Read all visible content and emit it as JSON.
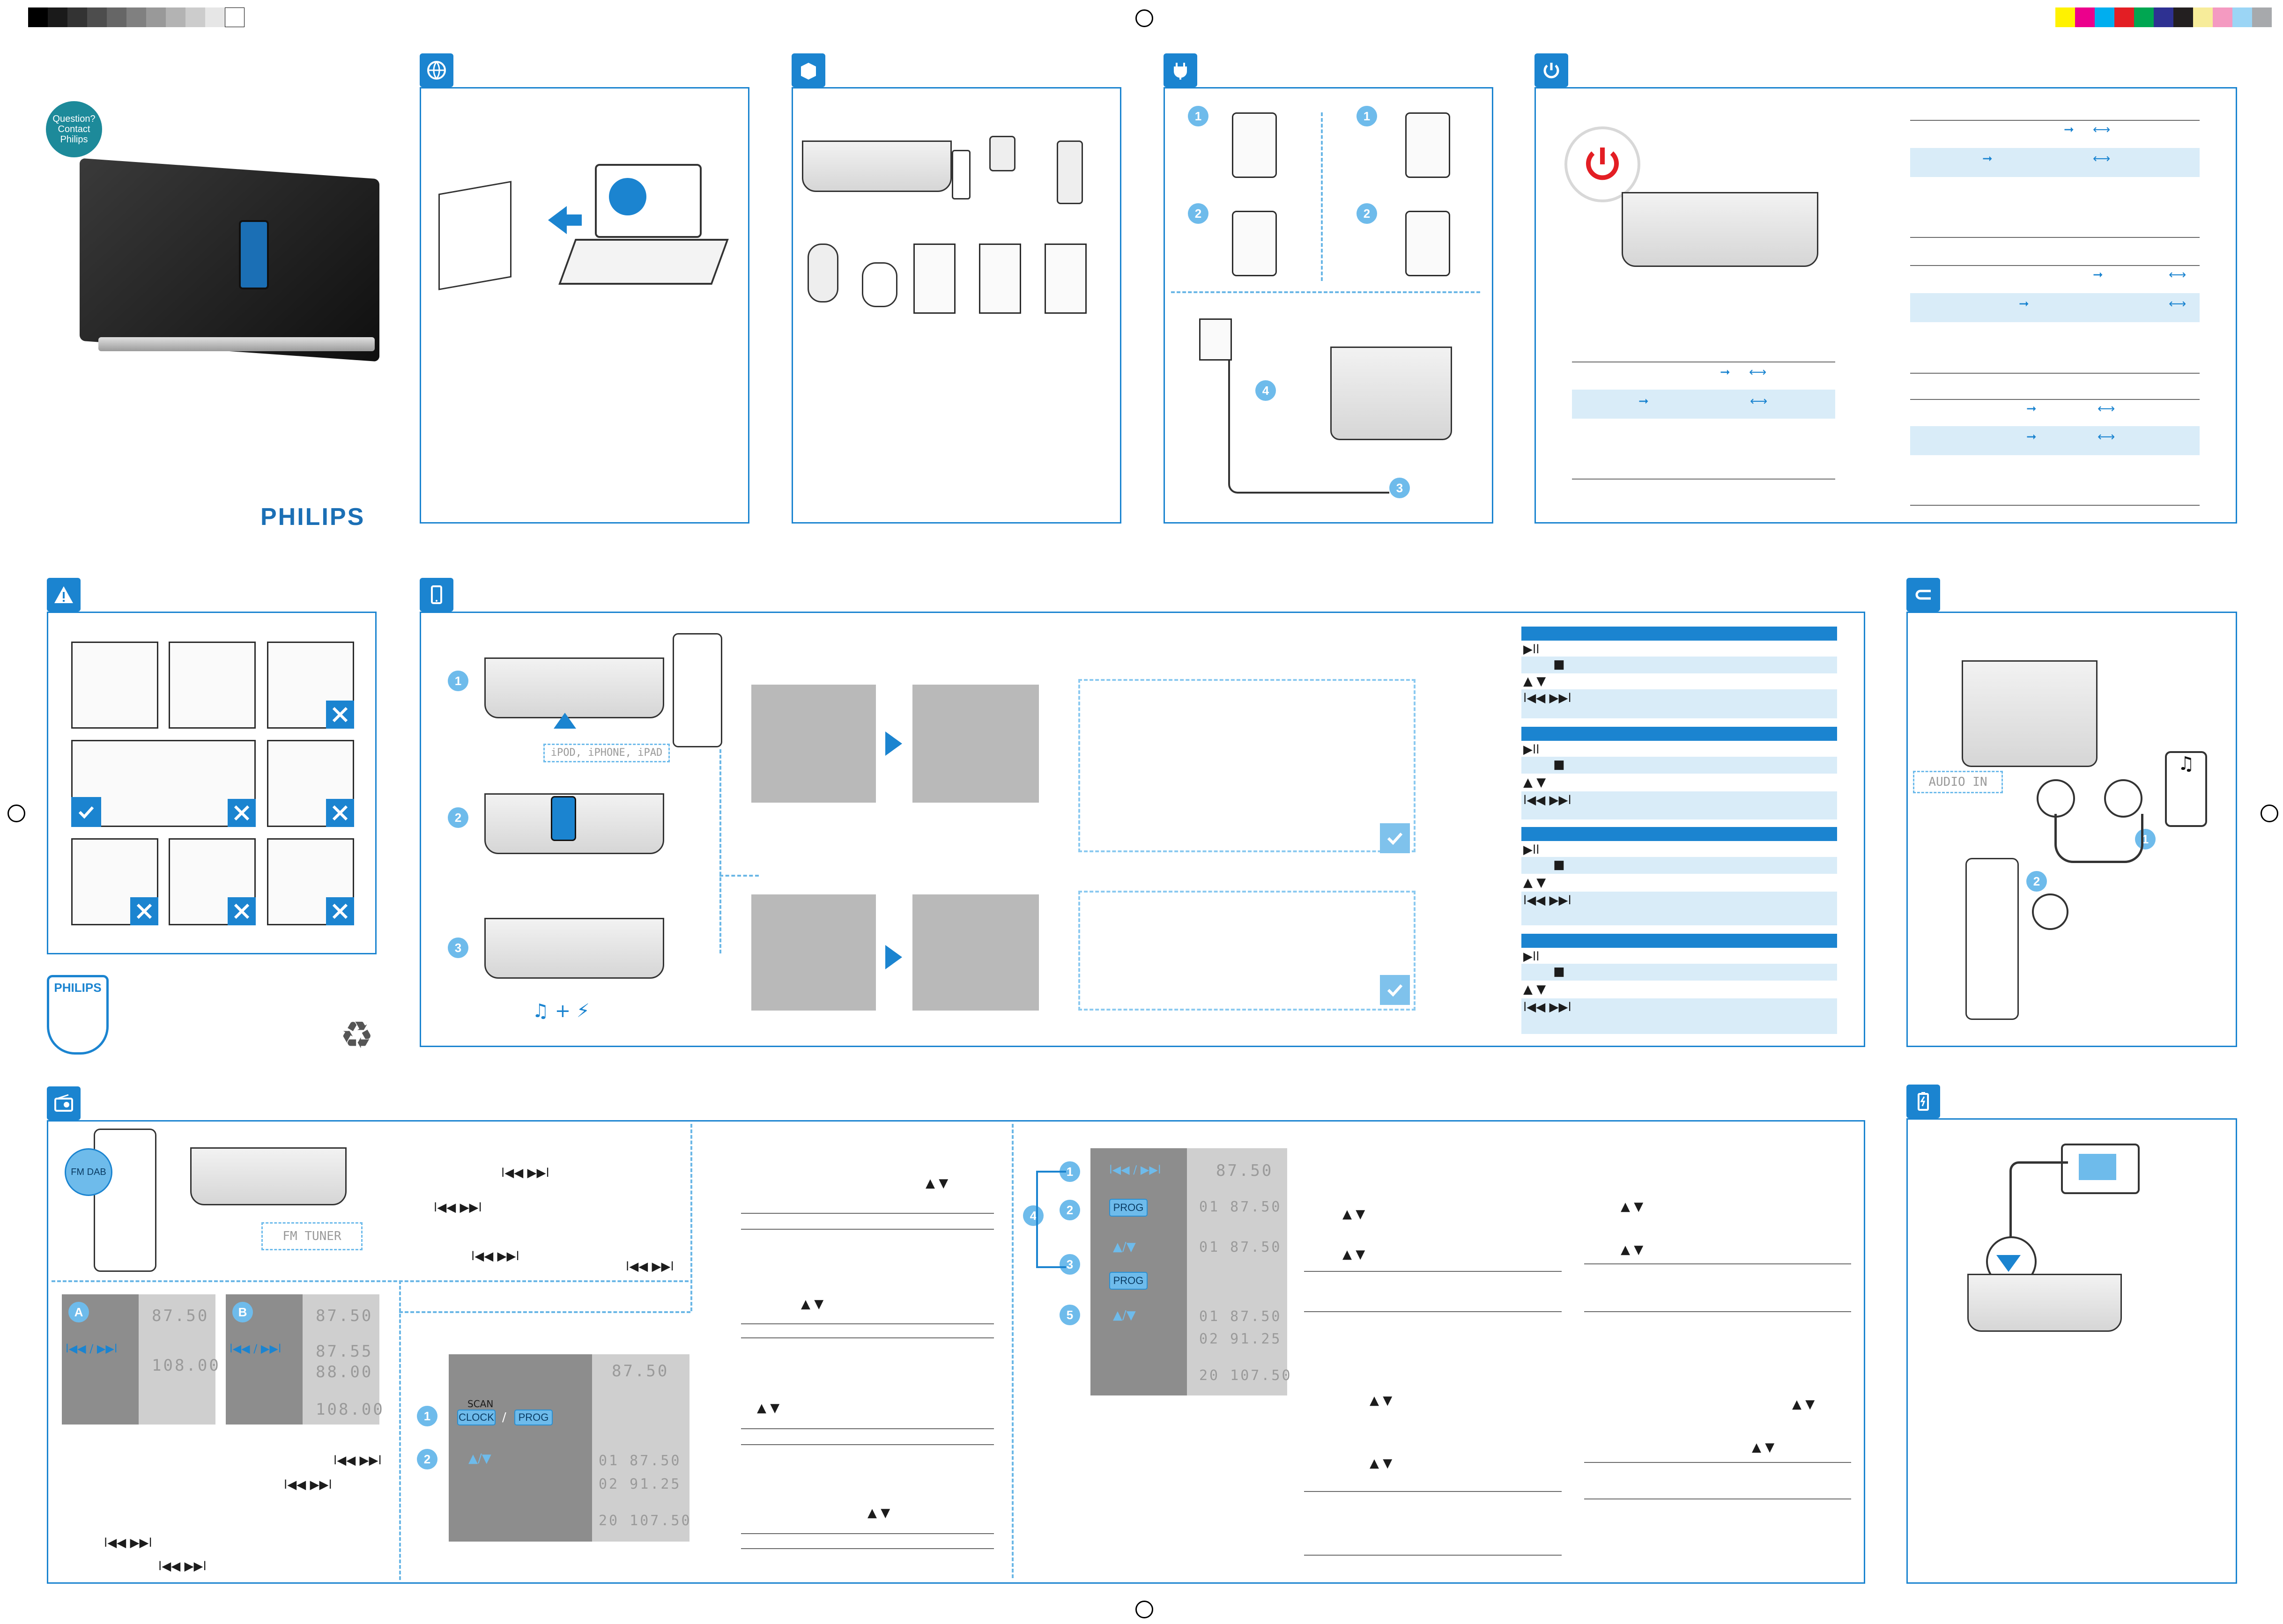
{
  "brand": {
    "name": "PHILIPS",
    "question_badge": "Question? Contact Philips",
    "accent": "#1b84d0",
    "accent_light": "#6ebbeb",
    "band": "#d9ecf8"
  },
  "icons": [
    "globe-icon",
    "box-icon",
    "plug-icon",
    "power-icon",
    "warning-icon",
    "phone-icon",
    "cable-icon",
    "radio-icon",
    "battery-icon"
  ],
  "dock_labels": {
    "dock_display": "iPOD, iPHONE, iPAD",
    "audio_in": "AUDIO IN",
    "tuner_lcd": "FM TUNER"
  },
  "remote": {
    "brand": "PHILIPS",
    "fm_dab": "FM DAB"
  },
  "music_plus": "+",
  "ipod_controls": {
    "play_pause": "▶ll",
    "stop": "■",
    "up_down": "▲ ▼",
    "prev_next": "l◀◀ ▶▶l"
  },
  "power_table_arrows": {
    "right": "➞",
    "both": "⟷"
  },
  "radio_panel": {
    "freq_single": "87.50",
    "freq_end": "108.00",
    "freq_a_start": "87.50",
    "freq_a_end": "108.00",
    "freq_b": [
      "87.50",
      "87.55",
      "88.00",
      "108.00"
    ],
    "label_a": "A",
    "label_b": "B",
    "prevnext": "l◀◀ / ▶▶l",
    "scan": "SCAN",
    "clock": "CLOCK",
    "prog": "PROG",
    "updown": "▲/▼",
    "slash": "/",
    "program_lcd": [
      "87.50",
      "01  87.50",
      "02  91.25",
      "20  107.50"
    ],
    "preset_lcd_a": "87.50",
    "preset_lcd_b": [
      "01  87.50",
      "02  91.25",
      "20  107.50"
    ],
    "steps": [
      "1",
      "2",
      "3",
      "4",
      "5"
    ],
    "inline_prevnext": "l◀◀  ▶▶l",
    "inline_updown": "▲  ▼"
  },
  "step_numbers": {
    "one": "1",
    "two": "2",
    "three": "3",
    "four": "4"
  }
}
